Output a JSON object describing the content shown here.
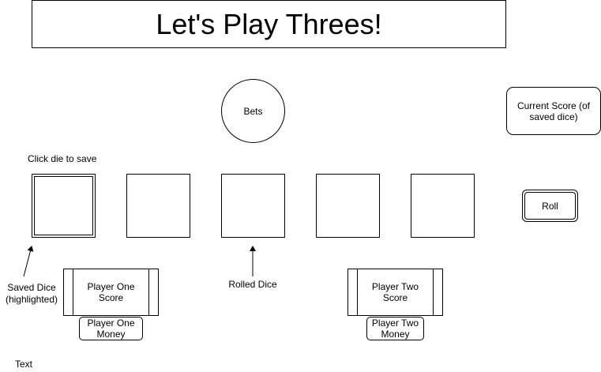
{
  "title": "Let's Play Threes!",
  "bets_label": "Bets",
  "score_label": "Current Score (of saved dice)",
  "hint": "Click die to save",
  "roll_label": "Roll",
  "saved_dice_label": "Saved Dice (highlighted)",
  "rolled_dice_label": "Rolled Dice",
  "player_one": {
    "score_label": "Player One Score",
    "money_label": "Player One Money"
  },
  "player_two": {
    "score_label": "Player Two Score",
    "money_label": "Player Two Money"
  },
  "footer_text": "Text"
}
